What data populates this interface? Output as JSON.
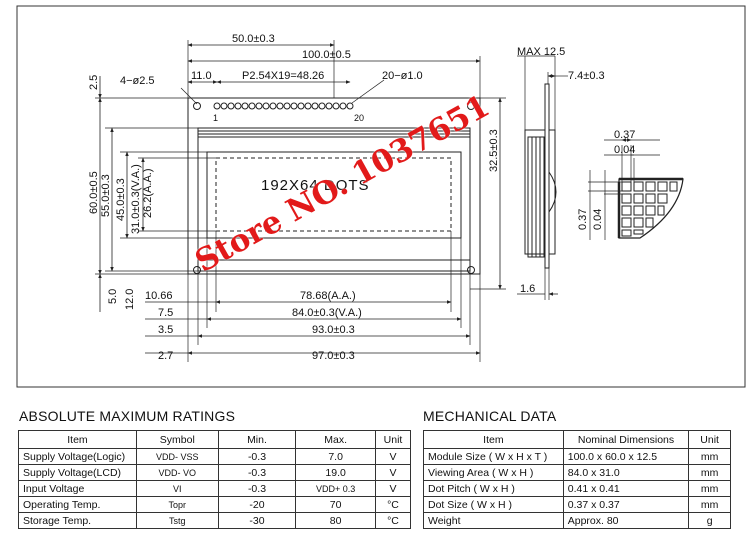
{
  "drawing": {
    "dims": {
      "d_50": "50.0±0.3",
      "d_100": "100.0±0.5",
      "d_holes": "4−ø2.5",
      "d_11": "11.0",
      "d_pitch": "P2.54X19=48.26",
      "d_pins": "20−ø1.0",
      "pin_first": "1",
      "pin_last": "20",
      "d_2_5": "2.5",
      "d_60": "60.0±0.5",
      "d_55": "55.0±0.3",
      "d_45": "45.0±0.3",
      "d_31": "31.0±0.3(V.A.)",
      "d_26": "26.2(A.A.)",
      "d_32_5": "32.5±0.3",
      "d_5": "5.0",
      "d_12": "12.0",
      "d_10_66": "10.66",
      "d_7_5": "7.5",
      "d_3_5": "3.5",
      "d_2_7": "2.7",
      "d_78": "78.68(A.A.)",
      "d_84": "84.0±0.3(V.A.)",
      "d_93": "93.0±0.3",
      "d_97": "97.0±0.3",
      "d_max": "MAX  12.5",
      "d_7_4": "7.4±0.3",
      "d_1_6": "1.6",
      "d_037a": "0.37",
      "d_004a": "0.04",
      "d_037b": "0.37",
      "d_004b": "0.04"
    },
    "display_label": "192X64  DOTS",
    "watermark": "Store NO. 1037651"
  },
  "ratings": {
    "title": "ABSOLUTE MAXIMUM RATINGS",
    "headers": [
      "Item",
      "Symbol",
      "Min.",
      "Max.",
      "Unit"
    ],
    "rows": [
      [
        "Supply Voltage(Logic)",
        "VDD- VSS",
        "-0.3",
        "7.0",
        "V"
      ],
      [
        "Supply Voltage(LCD)",
        "VDD- VO",
        "-0.3",
        "19.0",
        "V"
      ],
      [
        "Input  Voltage",
        "VI",
        "-0.3",
        "VDD+ 0.3",
        "V"
      ],
      [
        "Operating Temp.",
        "Topr",
        "-20",
        "70",
        "°C"
      ],
      [
        "Storage Temp.",
        "Tstg",
        "-30",
        "80",
        "°C"
      ]
    ]
  },
  "mechanical": {
    "title": "MECHANICAL DATA",
    "headers": [
      "Item",
      "Nominal Dimensions",
      "Unit"
    ],
    "rows": [
      [
        "Module Size ( W x H x T )",
        "100.0 x 60.0 x 12.5",
        "mm"
      ],
      [
        "Viewing Area ( W x H )",
        "84.0 x 31.0",
        "mm"
      ],
      [
        "Dot Pitch ( W x H )",
        "0.41 x 0.41",
        "mm"
      ],
      [
        "Dot Size ( W x H )",
        "0.37 x 0.37",
        "mm"
      ],
      [
        "Weight",
        "Approx.  80",
        "g"
      ]
    ]
  }
}
